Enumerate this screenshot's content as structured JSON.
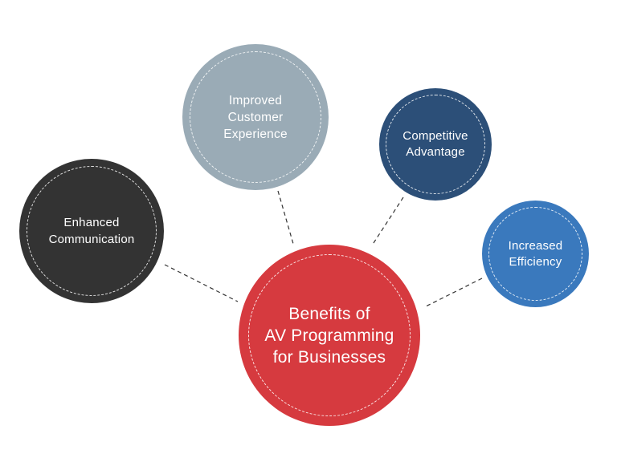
{
  "hub": {
    "label": "Benefits of\nAV Programming\nfor Businesses",
    "color": "#d63a3f"
  },
  "nodes": [
    {
      "id": "customer",
      "label": "Improved\nCustomer\nExperience",
      "color": "#9aabb6"
    },
    {
      "id": "competitive",
      "label": "Competitive\nAdvantage",
      "color": "#2c4f78"
    },
    {
      "id": "communication",
      "label": "Enhanced\nCommunication",
      "color": "#333333"
    },
    {
      "id": "efficiency",
      "label": "Increased\nEfficiency",
      "color": "#3a79bd"
    }
  ],
  "connector_color": "#333333"
}
